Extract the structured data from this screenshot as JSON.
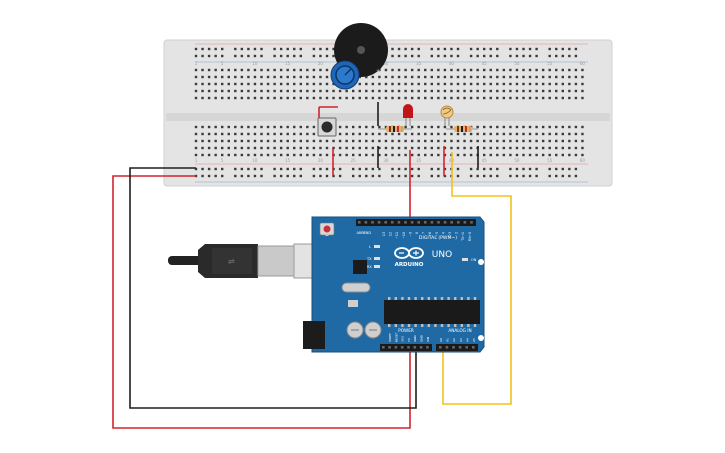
{
  "breadboard": {
    "col_numbers": [
      "1",
      "5",
      "10",
      "15",
      "20",
      "25",
      "30",
      "35",
      "40",
      "45",
      "50",
      "55",
      "60"
    ]
  },
  "arduino": {
    "logo_text": "ARDUINO",
    "model": "UNO",
    "digital_label": "DIGITAL (PWM~)",
    "power_label": "POWER",
    "analog_label": "ANALOG IN",
    "aref_label": "AREF",
    "gnd_label": "GND",
    "led_l": "L",
    "led_tx": "TX",
    "led_rx": "RX",
    "on_label": "ON",
    "power_pins": [
      "IOREF",
      "RESET",
      "3V3",
      "5V",
      "GND",
      "GND",
      "VIN"
    ],
    "analog_pins": [
      "A0",
      "A1",
      "A2",
      "A3",
      "A4",
      "A5"
    ],
    "digital_pins": [
      "13",
      "12",
      "~11",
      "~10",
      "~9",
      "8",
      "7",
      "~6",
      "~5",
      "4",
      "~3",
      "2",
      "TX→1",
      "RX←0"
    ]
  },
  "colors": {
    "breadboard": "#e6e6e6",
    "board": "#1f6aa5",
    "wire_red": "#d4232b",
    "wire_black": "#1e1e1e",
    "wire_yellow": "#f2c21b"
  }
}
